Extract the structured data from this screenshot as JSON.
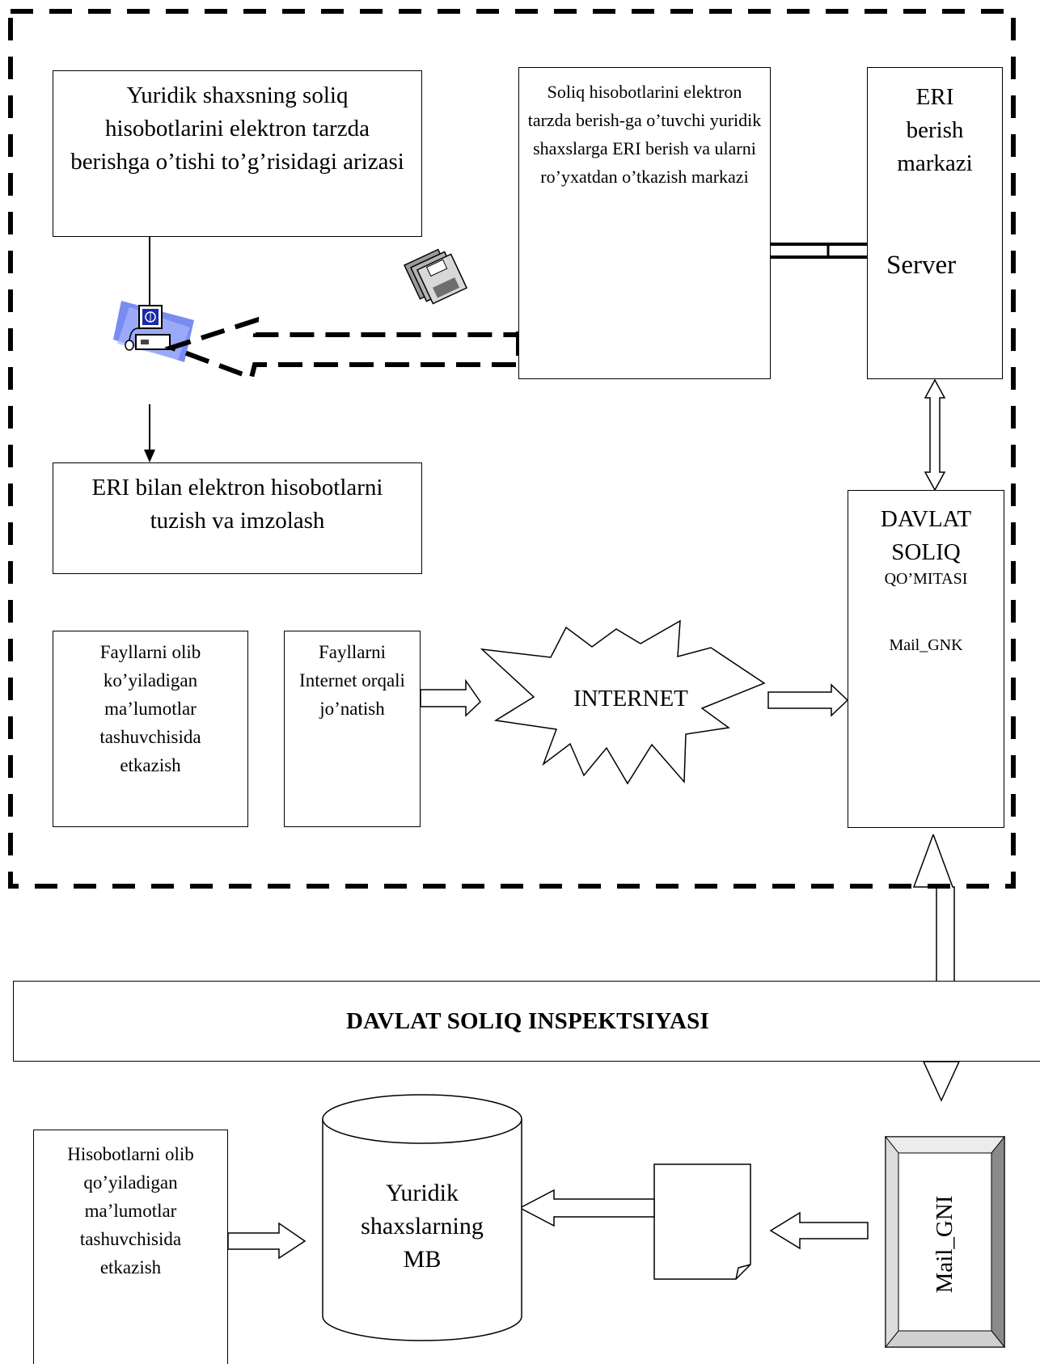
{
  "application_box": "Yuridik shaxsning soliq hisobotlarini elektron tarzda berishga  o’tishi to’g’risidagi arizasi",
  "registration_center": "Soliq hisobotlarini elektron tarzda berish-ga o’tuvchi yuridik shaxslarga ERI berish va ularni ro’yxatdan o’tkazish markazi",
  "eri_center": {
    "title_1": "ERI",
    "title_2": "berish",
    "title_3": "markazi",
    "server": "Server"
  },
  "sign_box": "ERI bilan elektron hisobotlarni tuzish va imzolash",
  "files_carrier_box": "Fayllarni olib ko’yiladigan ma’lumotlar tashuvchisida etkazish",
  "files_internet_box": "Fayllarni Internet orqali jo’natish",
  "internet": "INTERNET",
  "dsq": {
    "line_1": "DAVLAT",
    "line_2": "SOLIQ",
    "line_3": "QO’MITASI",
    "mail": "Mail_GNK"
  },
  "inspection_bar": "DAVLAT SOLIQ INSPEKTSIYASI",
  "reports_carrier_box": "Hisobotlarni olib qo’yiladigan ma’lumotlar tashuvchisida etkazish",
  "database": "Yuridik shaxslarning MB",
  "mail_gni": "Mail_GNI",
  "icons": [
    "computer-icon",
    "floppy-disk-icon"
  ]
}
